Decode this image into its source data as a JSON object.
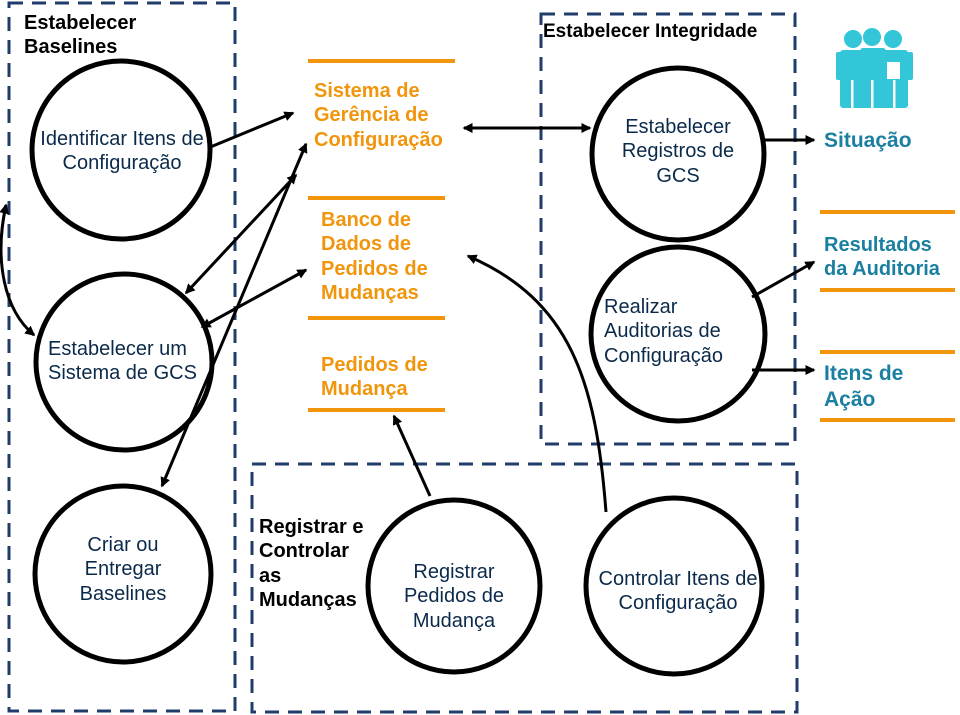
{
  "groups": {
    "baselines": "Estabelecer Baselines",
    "integridade": "Estabelecer Integridade",
    "mudancas": "Registrar e Controlar as Mudanças"
  },
  "processes": {
    "identificar": "Identificar Itens de Configuração",
    "sistema_gcs": "Estabelecer um Sistema de GCS",
    "criar": "Criar ou Entregar Baselines",
    "registros": "Estabelecer Registros de GCS",
    "auditorias": "Realizar Auditorias de Configuração",
    "pedidos": "Registrar Pedidos de Mudança",
    "controlar": "Controlar Itens de Configuração"
  },
  "stores": {
    "sistema": "Sistema de Gerência de Configuração",
    "banco": "Banco de Dados de Pedidos de Mudanças",
    "pedidos": "Pedidos de Mudança"
  },
  "outputs": {
    "situacao": "Situação",
    "resultados": "Resultados da Auditoria",
    "itens": "Itens de Ação"
  },
  "icons": [
    "people-icon"
  ],
  "colors": {
    "border": "#1f3c6b",
    "orange": "#f0950c",
    "teal": "#1a7fa0",
    "icon": "#33c6d8"
  }
}
